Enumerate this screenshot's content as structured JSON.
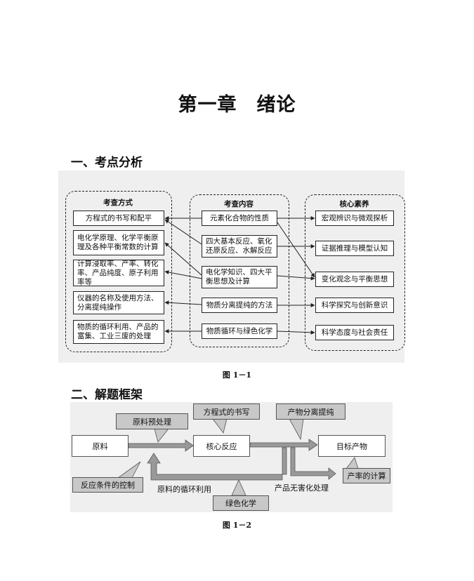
{
  "chapter_title": "第一章　绪论",
  "section1": {
    "heading": "一、考点分析",
    "caption": "图 1－1",
    "columns": {
      "methods": {
        "title": "考查方式",
        "items": [
          "方程式的书写和配平",
          "电化学原理、化学平衡原理及各种平衡常数的计算",
          "计算浸取率、产率、转化率、产品纯度、原子利用率等",
          "仪器的名称及使用方法、分离提纯操作",
          "物质的循环利用、产品的富集、工业三废的处理"
        ]
      },
      "contents": {
        "title": "考查内容",
        "items": [
          "元素化合物的性质",
          "四大基本反应、氧化还原反应、水解反应",
          "电化学知识、四大平衡思想及计算",
          "物质分离提纯的方法",
          "物质循环与绿色化学"
        ]
      },
      "literacy": {
        "title": "核心素养",
        "items": [
          "宏观辨识与微观探析",
          "证据推理与模型认知",
          "变化观念与平衡思想",
          "科学探究与创新意识",
          "科学态度与社会责任"
        ]
      }
    }
  },
  "section2": {
    "heading": "二、解题框架",
    "caption": "图 1－2",
    "boxes": {
      "raw": "原料",
      "core": "核心反应",
      "target": "目标产物"
    },
    "callouts": {
      "pretreat": "原料预处理",
      "equation": "方程式的书写",
      "separation": "产物分离提纯",
      "conditions": "反应条件的控制",
      "green": "绿色化学",
      "yield": "产率的计算"
    },
    "labels": {
      "recycle": "原料的循环利用",
      "harmless": "产品无害化处理"
    }
  }
}
